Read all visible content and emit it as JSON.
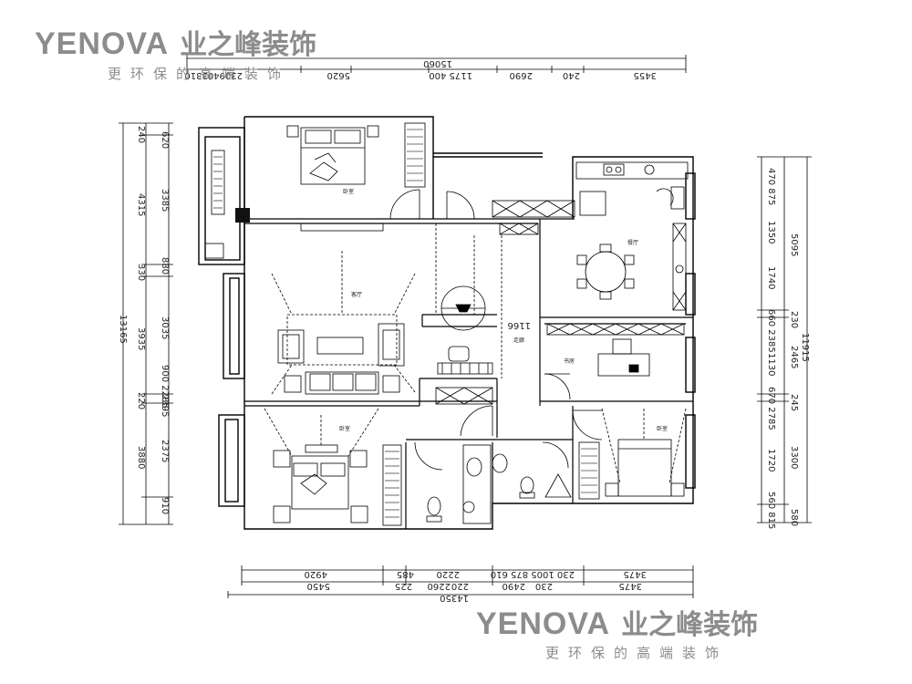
{
  "watermark": {
    "brand_latin": "YENOVA",
    "brand_cn": "业之峰装饰",
    "slogan": "更环保的高端装饰",
    "color": "#8c8c8c"
  },
  "dimensions": {
    "top_total": "15060",
    "top_segments": [
      "3455",
      "240",
      "2690",
      "1175 400",
      "5620",
      "2309403310"
    ],
    "bottom_row1": [
      "4920",
      "485",
      "2220",
      "230 1005 875 610",
      "3475"
    ],
    "bottom_row2": [
      "5450",
      "225",
      "2260",
      "220",
      "2490",
      "230",
      "3475"
    ],
    "bottom_total": "14350",
    "left_total": "13165",
    "left_outer": [
      "240",
      "4315",
      "330",
      "3935",
      "220",
      "3880"
    ],
    "left_inner": [
      "620",
      "3385",
      "880",
      "3035",
      "900 2285",
      "2395",
      "2375",
      "910"
    ],
    "right_total": "11915",
    "right_outer": [
      "5095",
      "230",
      "2465",
      "245",
      "3300",
      "580"
    ],
    "right_inner": [
      "470 875",
      "1350",
      "1740",
      "660 2385",
      "1130",
      "670 2785",
      "1720",
      "560 815"
    ],
    "center_label": "1166"
  },
  "rooms": {
    "bedroom_top": "卧室",
    "living": "客厅",
    "dining": "餐厅",
    "study": "书房",
    "bedroom_bottom_left": "卧室",
    "bedroom_bottom_right": "卧室",
    "corridor": "走廊"
  },
  "colors": {
    "line": "#000000",
    "hatch": "#444444",
    "accent_pillar": "#111111"
  }
}
